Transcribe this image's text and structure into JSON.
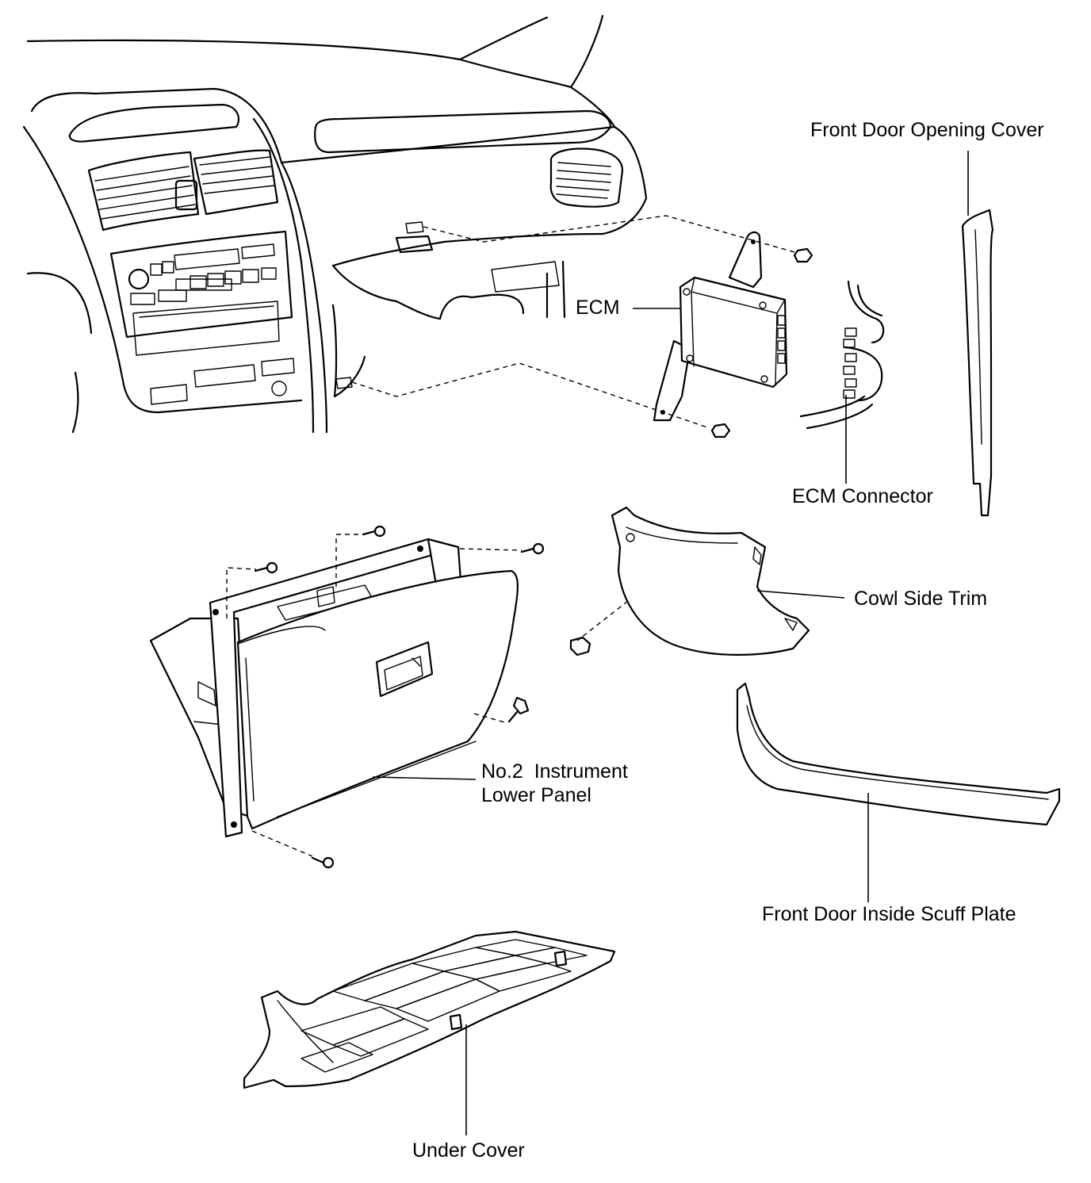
{
  "labels": {
    "front_door_opening_cover": "Front Door Opening Cover",
    "ecm": "ECM",
    "ecm_connector": "ECM Connector",
    "cowl_side_trim": "Cowl Side Trim",
    "instrument_lower_panel_line1": "No.2  Instrument",
    "instrument_lower_panel_line2": "Lower Panel",
    "front_door_inside_scuff_plate": "Front Door Inside Scuff Plate",
    "under_cover": "Under Cover"
  }
}
